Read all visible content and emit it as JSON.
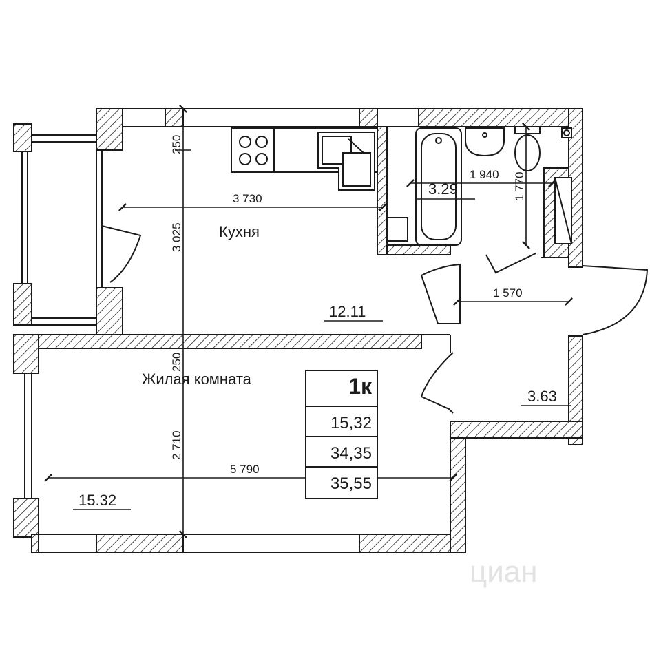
{
  "rooms": {
    "kitchen": {
      "name": "Кухня",
      "area": "12.11"
    },
    "living": {
      "name": "Жилая комната",
      "area": "15.32"
    },
    "bathroom": {
      "area": "3.29"
    },
    "hall": {
      "area": "3.63"
    }
  },
  "dimensions": {
    "kitchen_width": "3 730",
    "kitchen_depth": "3 025",
    "kitchen_wall_top": "250",
    "wall_between": "250",
    "living_depth": "2 710",
    "living_width": "5 790",
    "bathroom_width": "1 940",
    "bathroom_depth": "1 770",
    "hall_width": "1 570"
  },
  "summary_box": {
    "type": "1к",
    "living_area": "15,32",
    "total_area": "34,35",
    "total_area_with_balcony": "35,55"
  },
  "watermark": "циан",
  "colors": {
    "line": "#1a1a1a",
    "background": "#ffffff",
    "watermark": "#e2e2e2"
  }
}
